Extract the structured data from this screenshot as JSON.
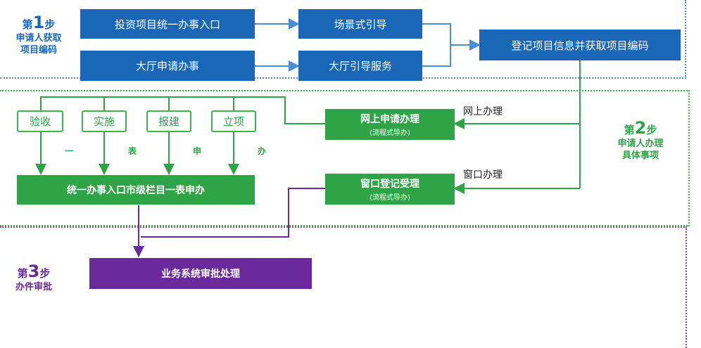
{
  "steps": [
    {
      "prefix": "第",
      "num": "1",
      "suffix": "步",
      "desc": [
        "申请人获取",
        "项目编码"
      ]
    },
    {
      "prefix": "第",
      "num": "2",
      "suffix": "步",
      "desc": [
        "申请人办理",
        "具体事项"
      ]
    },
    {
      "prefix": "第",
      "num": "3",
      "suffix": "步",
      "desc": [
        "办件审批"
      ]
    }
  ],
  "zone1": {
    "entry_online": "投资项目统一办事入口",
    "entry_hall": "大厅申请办事",
    "guide_scene": "场景式引导",
    "guide_hall": "大厅引导服务",
    "register": "登记项目信息并获取项目编码"
  },
  "zone2": {
    "stages": [
      "验收",
      "实施",
      "报建",
      "立项"
    ],
    "one_form_chars": [
      "一",
      "表",
      "申",
      "办"
    ],
    "online_apply": {
      "title": "网上申请办理",
      "sub": "(流程式导办)"
    },
    "window_apply": {
      "title": "窗口登记受理",
      "sub": "(流程式导办)"
    },
    "label_online": "网上办理",
    "label_window": "窗口办理",
    "unified": "统一办事入口市级栏目一表申办"
  },
  "zone3": {
    "approval": "业务系统审批处理"
  },
  "colors": {
    "blue": "#1a67b8",
    "green": "#2ea447",
    "purple": "#6b2a9c"
  }
}
